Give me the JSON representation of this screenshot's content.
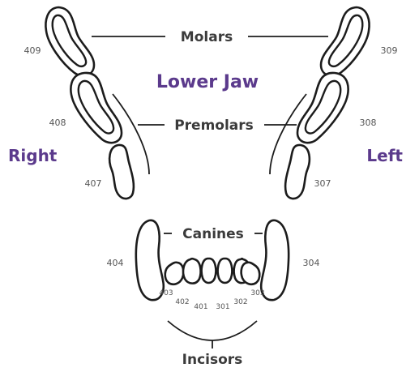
{
  "title": "Lower Jaw",
  "sides": {
    "right": "Right",
    "left": "Left"
  },
  "groups": {
    "molars": "Molars",
    "premolars": "Premolars",
    "canines": "Canines",
    "incisors": "Incisors"
  },
  "teeth": {
    "t409": "409",
    "t408": "408",
    "t407": "407",
    "t404": "404",
    "t403": "403",
    "t402": "402",
    "t401": "401",
    "t301": "301",
    "t302": "302",
    "t303": "303",
    "t304": "304",
    "t307": "307",
    "t308": "308",
    "t309": "309"
  },
  "colors": {
    "accent": "#5b3a8c",
    "line": "#1c1c1c",
    "label": "#3b3b3b",
    "number": "#555555"
  }
}
